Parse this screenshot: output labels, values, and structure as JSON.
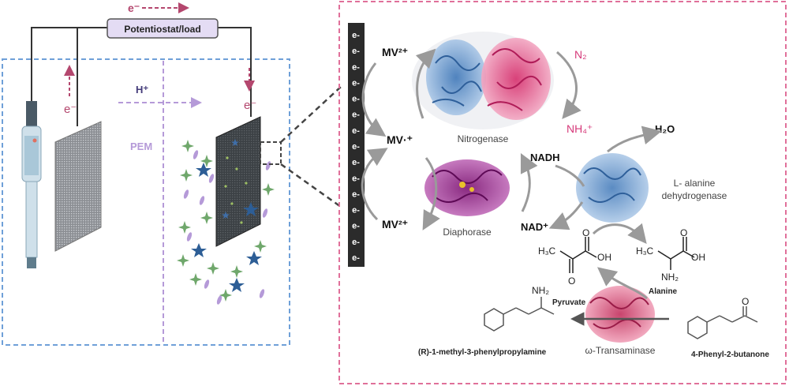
{
  "left_panel": {
    "potentiostat_label": "Potentiostat/load",
    "top_electron": "e⁻",
    "left_electron": "e⁻",
    "right_electron": "e⁻",
    "proton": "H⁺",
    "membrane": "PEM"
  },
  "right_panel": {
    "electrode_charge": "e-",
    "electrode_charge_count": 15,
    "mv_oxidized_top": "MV²⁺",
    "mv_reduced": "MV·⁺",
    "mv_oxidized_bottom": "MV²⁺",
    "nitrogenase_label": "Nitrogenase",
    "diaphorase_label": "Diaphorase",
    "n2_label": "N₂",
    "nh4_label": "NH₄⁺",
    "h2o_label": "H₂O",
    "nadh_label": "NADH",
    "nad_label": "NAD⁺",
    "ala_dh_line1": "L- alanine",
    "ala_dh_line2": "dehydrogenase",
    "pyruvate_label": "Pyruvate",
    "alanine_label": "Alanine",
    "transaminase_label": "ω-Transaminase",
    "product_label": "(R)-1-methyl-3-phenylpropylamine",
    "substrate_label": "4-Phenyl-2-butanone",
    "atoms": {
      "h3c": "H₃C",
      "oh": "OH",
      "o": "O",
      "nh2": "NH₂"
    }
  },
  "colors": {
    "electron_arrow": "#b4476e",
    "cell_border": "#6fa0d8",
    "pem_line": "#b59ad8",
    "panel_border": "#e0709a",
    "nitrogen_color": "#d63a7a",
    "electrode_dark": "#2b2b2b",
    "protein_blue": "#5f8fc0",
    "protein_pink": "#e0507f",
    "protein_purple": "#8a1f7f"
  }
}
